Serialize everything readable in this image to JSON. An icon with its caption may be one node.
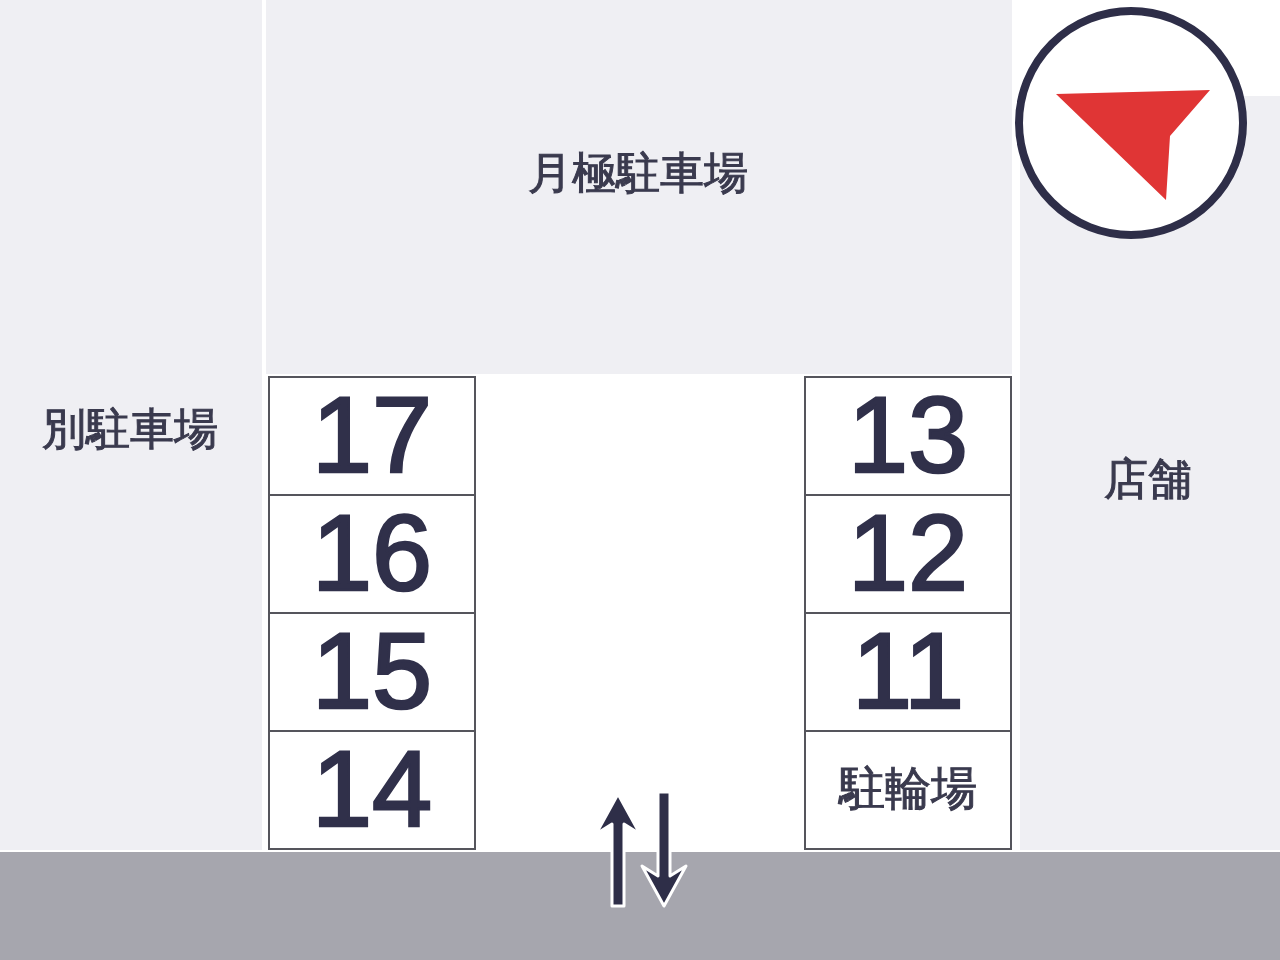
{
  "diagram": {
    "nodes": [
      {
        "text": [
          "月極駐車場"
        ]
      },
      {
        "text": [
          "別駐車場"
        ]
      },
      {
        "text": [
          "17"
        ]
      },
      {
        "text": [
          "13"
        ]
      },
      {
        "text": [
          "店舗"
        ]
      },
      {
        "text": [
          "16"
        ]
      },
      {
        "text": [
          "12"
        ]
      },
      {
        "text": [
          "15"
        ]
      },
      {
        "text": [
          "11"
        ]
      },
      {
        "text": [
          "14"
        ]
      },
      {
        "text": [
          "駐輪場"
        ]
      },
      {
        "text": [],
        "shape": "box"
      }
    ]
  }
}
